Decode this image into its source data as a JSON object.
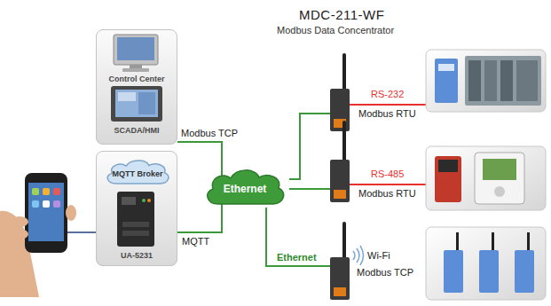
{
  "diagram": {
    "title": "MDC-211-WF",
    "nodes": [
      {
        "text": [
          "Control Center",
          "SCADA/HMI"
        ]
      },
      {
        "text": [
          "UA-5231"
        ]
      },
      {
        "text": [
          "MQTT Broker"
        ],
        "in": 1
      },
      {
        "text": [
          "Ethernet"
        ]
      }
    ],
    "edges": [
      {
        "from": 3,
        "to": 0,
        "label": "Modbus TCP",
        "arrow": "none"
      },
      {
        "from": 3,
        "to": 1,
        "label": "MQTT",
        "arrow": "none"
      }
    ],
    "labels": [
      "Modbus Data Concentrator",
      "RS-232",
      "Modbus RTU",
      "RS-485",
      "Modbus RTU",
      "Ethernet",
      "Wi-Fi",
      "Modbus TCP"
    ]
  }
}
